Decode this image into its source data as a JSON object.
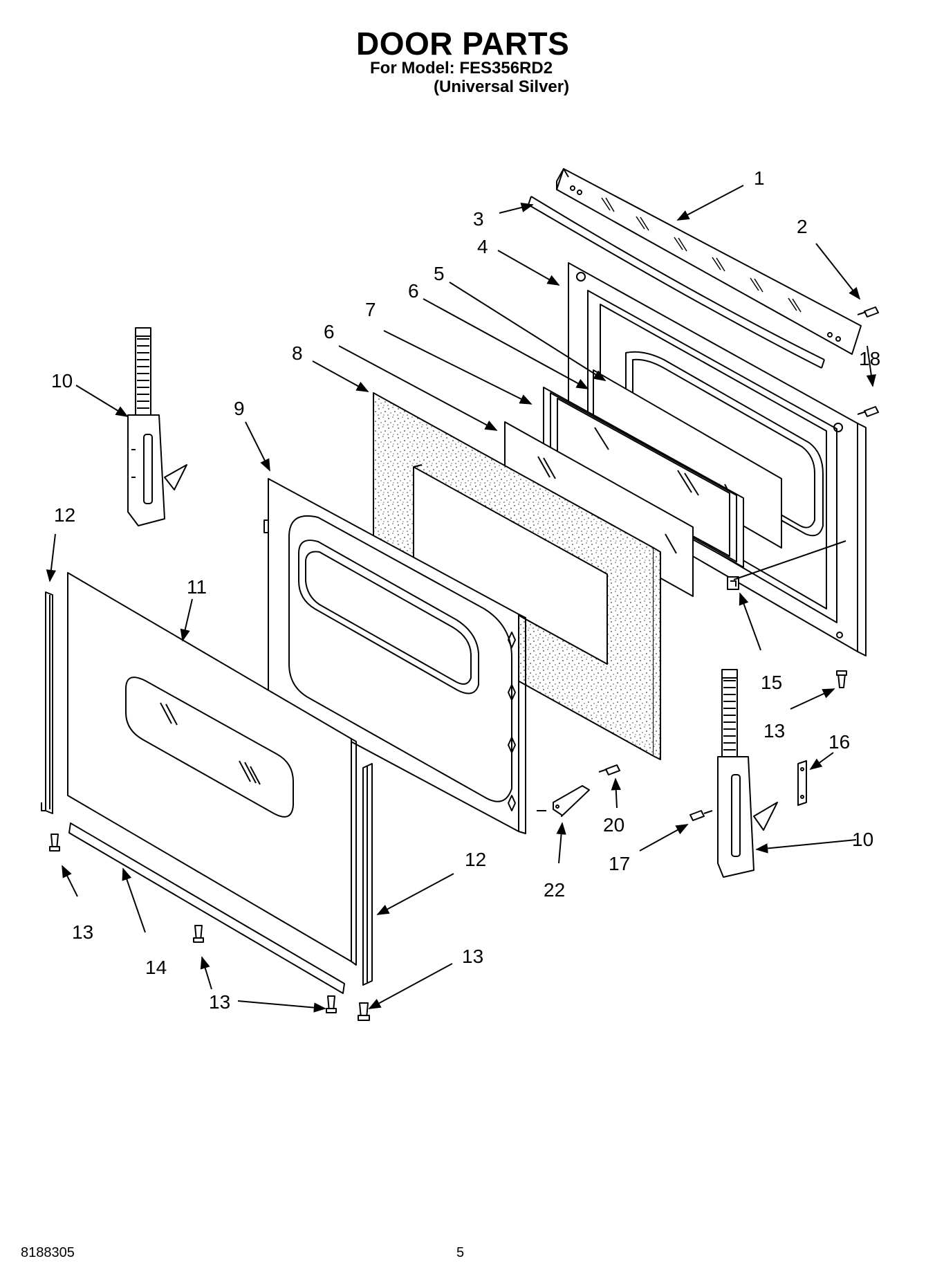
{
  "header": {
    "title": "DOOR PARTS",
    "model_line": "For Model: FES356RD2",
    "variant_line": "(Universal Silver)"
  },
  "callouts": {
    "c1": "1",
    "c2": "2",
    "c3": "3",
    "c4": "4",
    "c5": "5",
    "c6a": "6",
    "c6b": "6",
    "c7": "7",
    "c8": "8",
    "c9": "9",
    "c10a": "10",
    "c10b": "10",
    "c11": "11",
    "c12a": "12",
    "c12b": "12",
    "c13a": "13",
    "c13b": "13",
    "c13c": "13",
    "c13d": "13",
    "c14": "14",
    "c15": "15",
    "c16": "16",
    "c17": "17",
    "c18": "18",
    "c20": "20",
    "c22": "22"
  },
  "footer": {
    "doc_number": "8188305",
    "page_number": "5"
  }
}
